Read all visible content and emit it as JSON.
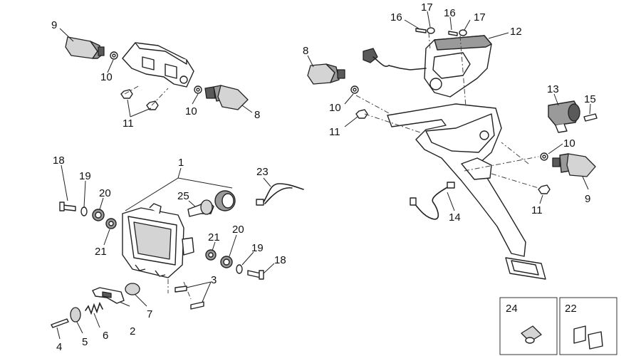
{
  "labels": {
    "p1": "1",
    "p2": "2",
    "p3": "3",
    "p4": "4",
    "p5": "5",
    "p6": "6",
    "p7": "7",
    "p8a": "8",
    "p8b": "8",
    "p9a": "9",
    "p9b": "9",
    "p10a": "10",
    "p10b": "10",
    "p10c": "10",
    "p10d": "10",
    "p11a": "11",
    "p11b": "11",
    "p11c": "11",
    "p12": "12",
    "p13": "13",
    "p14": "14",
    "p15": "15",
    "p16a": "16",
    "p16b": "16",
    "p17a": "17",
    "p17b": "17",
    "p18a": "18",
    "p18b": "18",
    "p19a": "19",
    "p19b": "19",
    "p20a": "20",
    "p20b": "20",
    "p21a": "21",
    "p21b": "21",
    "p22": "22",
    "p23": "23",
    "p24": "24",
    "p25": "25"
  },
  "colors": {
    "ink": "#222222",
    "shade": "#9a9a9a",
    "light": "#d4d4d4",
    "dark": "#5a5a5a"
  }
}
